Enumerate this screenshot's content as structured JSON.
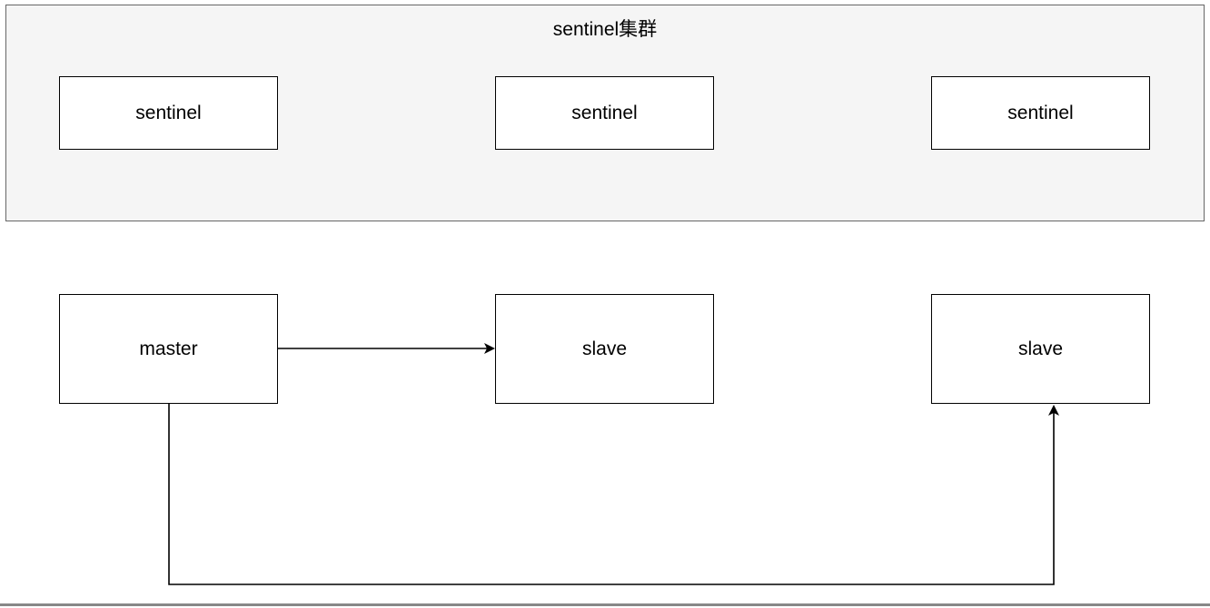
{
  "colors": {
    "cluster_fill": "#f5f5f5",
    "cluster_border": "#666666",
    "node_border": "#000000",
    "edge": "#000000"
  },
  "cluster": {
    "title": "sentinel集群",
    "nodes": [
      {
        "label": "sentinel"
      },
      {
        "label": "sentinel"
      },
      {
        "label": "sentinel"
      }
    ]
  },
  "replication": {
    "master": {
      "label": "master"
    },
    "slaves": [
      {
        "label": "slave"
      },
      {
        "label": "slave"
      }
    ]
  },
  "edges": [
    {
      "from": "master",
      "to": "slave 1"
    },
    {
      "from": "master",
      "to": "slave 2"
    }
  ]
}
